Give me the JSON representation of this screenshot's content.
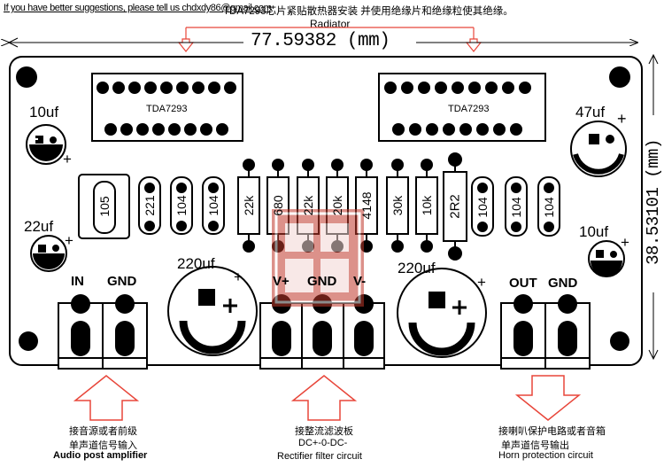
{
  "header": {
    "suggestion_note": "If you have better suggestions, please tell us chdxdy86@gmail.com",
    "title_cn": "TDA7293芯片紧贴散热器安装  并使用绝缘片和绝缘粒使其绝缘。",
    "radiator_label": "Radiator",
    "width_dimension": "77.59382 (mm)",
    "height_dimension": "38.53101 (mm)"
  },
  "board": {
    "chips": [
      {
        "label": "TDA7293"
      },
      {
        "label": "TDA7293"
      }
    ],
    "capacitors": {
      "c10uf_left": "10uf",
      "c22uf_left": "22uf",
      "c220uf_left": "220uf",
      "c220uf_right": "220uf",
      "c47uf_right": "47uf",
      "c10uf_right": "10uf"
    },
    "ceramic_left": [
      "105",
      "221",
      "104",
      "104"
    ],
    "ceramic_right": [
      "104",
      "104",
      "104"
    ],
    "resistors": [
      "22k",
      "680",
      "22k",
      "20k",
      "4148",
      "30k",
      "10k",
      "2R2"
    ],
    "connectors": {
      "input": {
        "pin1": "IN",
        "pin2": "GND"
      },
      "power": {
        "pin1": "V+",
        "pin2": "GND",
        "pin3": "V-"
      },
      "output": {
        "pin1": "OUT",
        "pin2": "GND"
      }
    },
    "plus_sign": "+"
  },
  "annotations": {
    "input": {
      "line1": "接音源或者前级",
      "line2": "单声道信号输入",
      "line3": "Audio post amplifier"
    },
    "power": {
      "line1": "接整流滤波板",
      "line2": "DC+-0-DC-",
      "line3": "Rectifier filter circuit"
    },
    "output": {
      "line1": "接喇叭保护电路或者音箱",
      "line2": "单声道信号输出",
      "line3": "Horn protection circuit"
    }
  },
  "colors": {
    "ink": "#000000",
    "arrow_red": "#e8463a",
    "watermark": "#c0392b"
  }
}
